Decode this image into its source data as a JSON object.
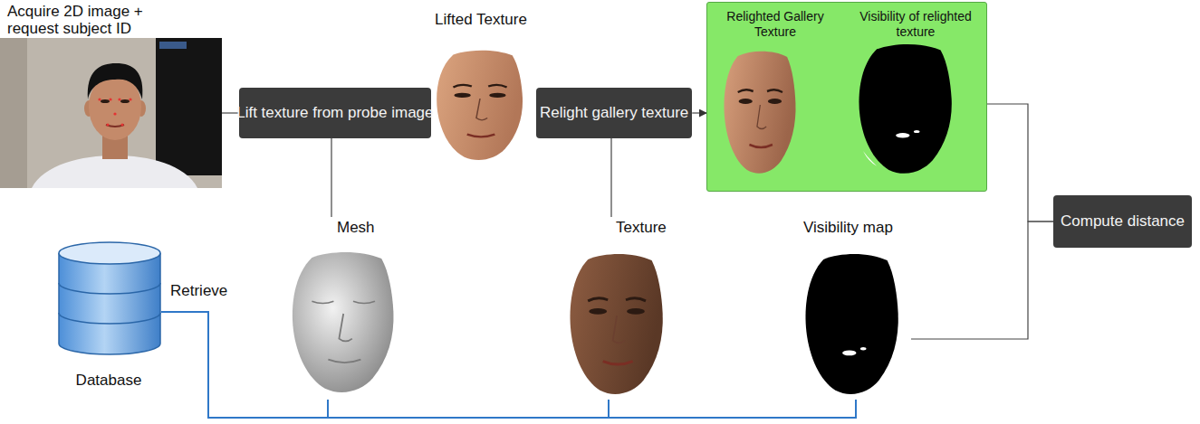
{
  "diagram": {
    "nodes": [
      {
        "text": [
          "Acquire 2D image + request subject ID"
        ]
      },
      {
        "text": [
          "Lift texture from probe image"
        ]
      },
      {
        "text": [
          "Lifted Texture"
        ]
      },
      {
        "text": [
          "Relight gallery texture"
        ]
      },
      {
        "text": [
          "Relighted Gallery Texture",
          "Visibility of relighted texture"
        ]
      },
      {
        "text": [
          "Compute distance"
        ]
      },
      {
        "text": [
          "Database"
        ]
      },
      {
        "text": [
          "Mesh"
        ]
      },
      {
        "text": [
          "Texture"
        ]
      },
      {
        "text": [
          "Visibility map"
        ]
      }
    ],
    "edges": [
      {
        "from": 0,
        "to": 1,
        "arrow": "none"
      },
      {
        "from": 1,
        "to": 2,
        "arrow": "none"
      },
      {
        "from": 2,
        "to": 3,
        "arrow": "none"
      },
      {
        "from": 3,
        "to": 4,
        "arrow": "to"
      },
      {
        "from": 4,
        "to": 5,
        "arrow": "none"
      },
      {
        "from": 9,
        "to": 5,
        "arrow": "none"
      },
      {
        "from": 7,
        "to": 1,
        "arrow": "none"
      },
      {
        "from": 8,
        "to": 3,
        "arrow": "none"
      },
      {
        "from": 6,
        "to": 7,
        "arrow": "none"
      },
      {
        "from": 6,
        "to": 8,
        "arrow": "none"
      },
      {
        "from": 6,
        "to": 9,
        "arrow": "none"
      }
    ],
    "labels": [
      "Retrieve"
    ]
  }
}
